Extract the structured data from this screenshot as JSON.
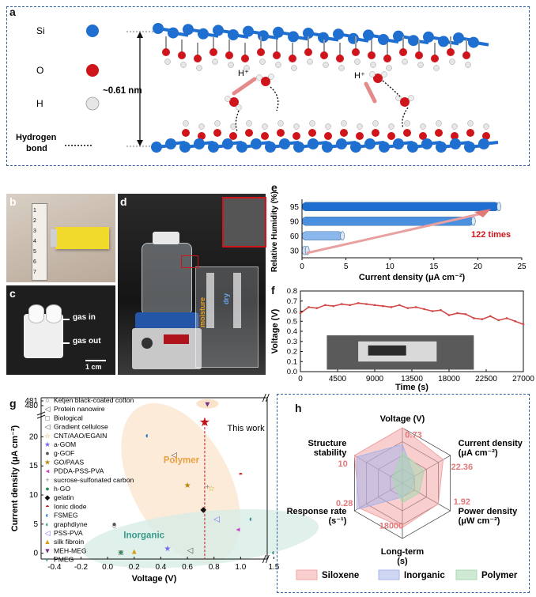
{
  "panels": {
    "a": "a",
    "b": "b",
    "c": "c",
    "d": "d",
    "e": "e",
    "f": "f",
    "g": "g",
    "h": "h"
  },
  "panel_a": {
    "legend": [
      "Si",
      "O",
      "H"
    ],
    "gap_label": "~0.61 nm",
    "hbond_label_line1": "Hydrogen",
    "hbond_label_line2": "bond",
    "proton_label": "H⁺",
    "colors": {
      "si": "#1f6fd1",
      "o": "#d0141b",
      "h": "#e6e6e6",
      "frame": "#2f5f9f"
    }
  },
  "panel_b": {
    "ruler_numbers": [
      "1",
      "2",
      "3",
      "4",
      "5",
      "6",
      "7"
    ]
  },
  "panel_c": {
    "gas_in": "gas in",
    "gas_out": "gas out",
    "scale": "1 cm"
  },
  "panel_d": {
    "tube1_label": "moisture",
    "tube2_label": "dry"
  },
  "chart_data": [
    {
      "type": "bar",
      "panel": "e",
      "categories": [
        "30",
        "60",
        "90",
        "95"
      ],
      "values": [
        0.6,
        4.6,
        19.5,
        22.4
      ],
      "xlabel": "Current density (μA cm⁻²)",
      "ylabel": "Relative Humidity (%)",
      "xlim": [
        0,
        25
      ],
      "xticks": [
        "0",
        "5",
        "10",
        "15",
        "20",
        "25"
      ],
      "annotation": "122 times"
    },
    {
      "type": "line",
      "panel": "f",
      "xlabel": "Time (s)",
      "ylabel": "Voltage (V)",
      "xlim": [
        0,
        27000
      ],
      "ylim": [
        0,
        0.8
      ],
      "xticks": [
        "0",
        "4500",
        "9000",
        "13500",
        "18000",
        "22500",
        "27000"
      ],
      "yticks": [
        "0.0",
        "0.1",
        "0.2",
        "0.3",
        "0.4",
        "0.5",
        "0.6",
        "0.7",
        "0.8"
      ],
      "x": [
        0,
        1000,
        2000,
        3000,
        4000,
        5000,
        6000,
        7000,
        8000,
        9000,
        10000,
        11000,
        12000,
        13000,
        14000,
        15000,
        16000,
        17000,
        18000,
        19000,
        20000,
        21000,
        22000,
        23000,
        24000,
        25000,
        26000,
        27000
      ],
      "y": [
        0.58,
        0.64,
        0.63,
        0.66,
        0.65,
        0.67,
        0.66,
        0.68,
        0.67,
        0.66,
        0.65,
        0.64,
        0.66,
        0.63,
        0.64,
        0.62,
        0.6,
        0.61,
        0.56,
        0.58,
        0.57,
        0.53,
        0.52,
        0.55,
        0.51,
        0.53,
        0.5,
        0.47
      ]
    },
    {
      "type": "scatter",
      "panel": "g",
      "xlabel": "Voltage (V)",
      "ylabel": "Current density (μA cm⁻²)",
      "xticks": [
        "-0.4",
        "-0.2",
        "0.0",
        "0.2",
        "0.4",
        "0.6",
        "0.8",
        "1.0",
        "1.5"
      ],
      "yticks": [
        "0",
        "5",
        "10",
        "15",
        "20",
        "480",
        "481"
      ],
      "series": [
        {
          "name": "Ketjen black-coated cotton",
          "marker": "○",
          "color": "#555555",
          "x": 0.05,
          "y": 4.8
        },
        {
          "name": "Protein nanowire",
          "marker": "◁",
          "color": "#555555",
          "x": 0.5,
          "y": 17
        },
        {
          "name": "Biological",
          "marker": "□",
          "color": "#555555",
          "x": 0.1,
          "y": 0.2
        },
        {
          "name": "Gradient cellulose",
          "marker": "◁",
          "color": "#555555",
          "x": 0.62,
          "y": 0.6
        },
        {
          "name": "CNT/AAO/EGAIN",
          "marker": "☆",
          "color": "#d4a017",
          "x": 0.78,
          "y": 11.2
        },
        {
          "name": "a-GOM",
          "marker": "★",
          "color": "#7b68ee",
          "x": 0.45,
          "y": 0.9
        },
        {
          "name": "g-GOF",
          "marker": "●",
          "color": "#555555",
          "x": 0.05,
          "y": 5.1
        },
        {
          "name": "GO/PAAS",
          "marker": "★",
          "color": "#b8860b",
          "x": 0.6,
          "y": 11.8
        },
        {
          "name": "PDDA-PSS-PVA",
          "marker": "◂",
          "color": "#cc44cc",
          "x": 0.98,
          "y": 4.2
        },
        {
          "name": "sucrose-sulfonated carbon",
          "marker": "+",
          "color": "#888888",
          "x": 0.75,
          "y": 11.5
        },
        {
          "name": "h-GO",
          "marker": "●",
          "color": "#2e8b57",
          "x": 0.1,
          "y": 0.3
        },
        {
          "name": "gelatin",
          "marker": "◆",
          "color": "#111111",
          "x": 0.72,
          "y": 7.6
        },
        {
          "name": "Ionic diode",
          "marker": "◓",
          "color": "#d0141b",
          "x": 1.0,
          "y": 13.7
        },
        {
          "name": "FSMEG",
          "marker": "◐",
          "color": "#1f6fd1",
          "x": 0.3,
          "y": 20.3
        },
        {
          "name": "graphdiyne",
          "marker": "◐",
          "color": "#2e8b8b",
          "x": 1.08,
          "y": 6.0
        },
        {
          "name": "PSS-PVA",
          "marker": "◁",
          "color": "#7b68ee",
          "x": 0.82,
          "y": 6.0
        },
        {
          "name": "silk fibroin",
          "marker": "▲",
          "color": "#d4a017",
          "x": 0.2,
          "y": 0.4
        },
        {
          "name": "MEH-MEG",
          "marker": "▼",
          "color": "#7b2b8b",
          "x": 0.75,
          "y": 480.4
        },
        {
          "name": "PMEG",
          "marker": "◐",
          "color": "#2e8b8b",
          "x": 1.5,
          "y": 0.2
        },
        {
          "name": "This work",
          "marker": "★",
          "color": "#c0141b",
          "x": 0.73,
          "y": 22.36
        }
      ],
      "annotations": [
        "This work",
        "Polymer",
        "Inorganic"
      ]
    },
    {
      "type": "radar",
      "panel": "h",
      "axes": [
        "Voltage (V)",
        "Current density (μA cm⁻²)",
        "Power density (μW cm⁻²)",
        "Long-term (s)",
        "Response rate (s⁻¹)",
        "Structure stability"
      ],
      "axis_values": [
        "0.73",
        "22.36",
        "1.92",
        "18000",
        "0.28",
        "10"
      ],
      "series": [
        {
          "name": "Siloxene",
          "color": "#f4a6a6",
          "values": [
            1.0,
            0.85,
            0.75,
            0.8,
            0.9,
            1.0
          ]
        },
        {
          "name": "Inorganic",
          "color": "#a8b4e8",
          "values": [
            0.7,
            0.25,
            0.2,
            0.25,
            0.95,
            0.95
          ]
        },
        {
          "name": "Polymer",
          "color": "#a8d8b0",
          "values": [
            0.55,
            0.45,
            0.35,
            0.35,
            0.15,
            0.2
          ]
        }
      ]
    }
  ]
}
